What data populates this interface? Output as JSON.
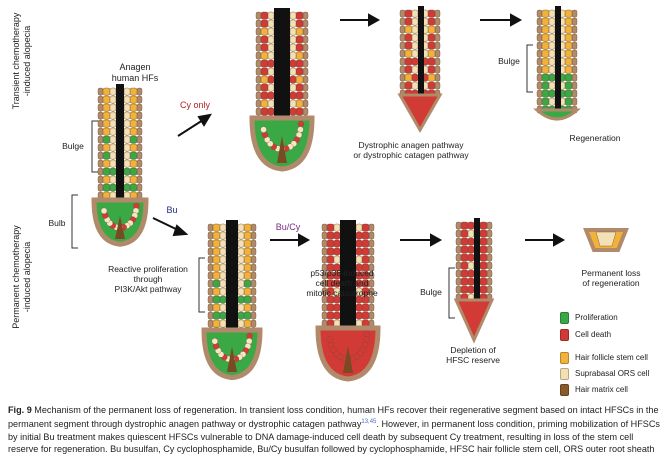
{
  "row_labels": {
    "transient": "Transient chemotherapy\n-induced alopecia",
    "permanent": "Permanent chemotherapy\n-induced alopecia"
  },
  "labels": {
    "anagen": "Anagen\nhuman HFs",
    "bulge": "Bulge",
    "bulb": "Bulb",
    "cy_only": "Cy only",
    "bu": "Bu",
    "bu_cy": "Bu/Cy",
    "dystrophic": "Dystrophic anagen pathway\nor dystrophic catagen pathway",
    "regeneration": "Regeneration",
    "reactive": "Reactive proliferation\nthrough\nPI3K/Akt pathway",
    "p53": "p53/p38-induced\ncell death and\nmitotic catastrophe",
    "bulge2": "Bulge",
    "bulge3": "Bulge",
    "depletion": "Depletion of\nHFSC reserve",
    "permanent_loss": "Permanent loss\nof regeneration"
  },
  "legend": [
    {
      "label": "Proliferation",
      "color": "#3aa844"
    },
    {
      "label": "Cell death",
      "color": "#d23a36"
    },
    {
      "label": "Hair follicle stem cell",
      "color": "#f2b23a"
    },
    {
      "label": "Suprabasal ORS cell",
      "color": "#f3e1b5"
    },
    {
      "label": "Hair matrix cell",
      "color": "#8a5a2b"
    }
  ],
  "colors": {
    "sheath": "#b08a6a",
    "stem": "#f2b23a",
    "ors": "#f3e1b5",
    "prolif": "#3aa844",
    "death": "#d23a36",
    "shaft": "#111111",
    "matrix": "#7a4a24"
  },
  "caption": {
    "fig": "Fig. 9",
    "text": " Mechanism of the permanent loss of regeneration. In transient loss condition, human HFs recover their regenerative segment based on intact HFSCs in the permanent segment through dystrophic anagen pathway or dystrophic catagen pathway",
    "refs": "13,45",
    "text2": ". However, in permanent loss condition, priming mobilization of HFSCs by initial Bu treatment makes quiescent HFSCs vulnerable to DNA damage-induced cell death by subsequent Cy treatment, resulting in loss of the stem cell reserve for regeneration. Bu busulfan, Cy cyclophosphamide, Bu/Cy busulfan followed by cyclophosphamide, HFSC hair follicle stem cell, ORS outer root sheath"
  }
}
